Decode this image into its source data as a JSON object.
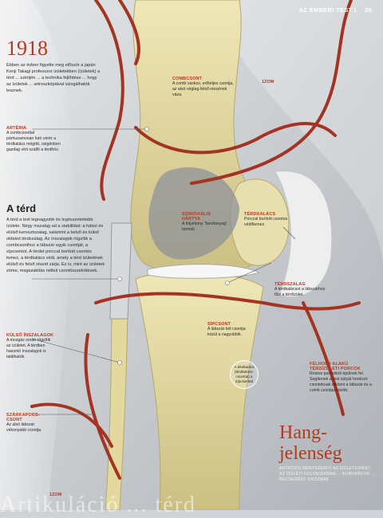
{
  "header": {
    "title": "AZ EMBERI TEST I.",
    "page": "29"
  },
  "intro": {
    "year": "1918",
    "text": "Ebben az évben figyelte meg először a japán Kenji Takagi professzor ízületekben (ízületek) a térd ... szintjén ... a technika fejlődése ... hogy az ízületek ... artroszkópiával vizsgálhatók lesznek."
  },
  "labels": {
    "combcsont": {
      "title": "COMBCSONT",
      "text": "A comb vaskos, erőteljes csontja, az alsó végtag felső részének váza."
    },
    "arteria": {
      "title": "ARTÉRIA",
      "text": "A combcsonttal párhuzamosan futó vérér a térdkalács mögött, oxigénben gazdag vért szállít a térdhöz."
    },
    "szinovialis": {
      "title": "SZINOVIÁLIS HÁRTYA",
      "text": "A folyékony \"kenőanyag\" termeli."
    },
    "terdkalacs": {
      "title": "TÉRDKALÁCS",
      "text": "Porccal borított csontos védőlemez."
    },
    "terdszalag": {
      "title": "TÉRDSZALAG",
      "text": "A térdkalácsot a lábszárhoz fűzi a térdízület."
    },
    "sipcsont": {
      "title": "SÍPCSONT",
      "text": "A lábszár két csontja közül a nagyobbik."
    },
    "felhold": {
      "title": "FÉLHOLD ALAKÚ TÉRDÍZÜLETI PORCOK",
      "text": "Rostos porcokból épülnek fel. Segítenek a test súlyát hordozó csontoknak ütközni a lábszár és a comb csontjai között."
    },
    "kulso": {
      "title": "KÜLSŐ ÍNSZALAGOK",
      "text": "A mozgás során rögzítik az ízületet. A térdben hasonló ínszalagok is találhatók."
    },
    "szarkapocs": {
      "title": "SZÁRKAPOCS-CSONT",
      "text": "Az alsó lábszár vékonyabb csontja."
    }
  },
  "section": {
    "title": "A térd",
    "text": "A térd a test legnagyobb és legösszetettebb ízülete. Négy ínszalag ad a stabilitást: a hátsó és elülső keresztszalag, valamint a belső és külső oldalsó térdszalag. Az ínszalagok rögzítik a combcsonthoz a lábszár egyik csontját, a sípcsontot. A térdet porccal borított csontos lemez, a térdkalács védi, amely a térd ízületének elülső és felső részét zárja. Ez is, mint az ízületek zöme, megszakítás nélkül csontösszekötések."
  },
  "bubble_text": "A térdkalács (térdkalács-csonttal) a sípcsonttal",
  "unit_labels": {
    "top": "1ZOM",
    "bottom": "1ZOM"
  },
  "hang": {
    "title": "Hang-\njelenség",
    "text": "ARTRÓZIS KÉNYSZERÍTI AZ ÍZÜLETEINKET. AZ ÍZÜLETI FOLYADÉKBAN ... BUBORÉKOK ... RECSEGÉST OKOZNAK."
  },
  "bottom_band": "Artikuláció ... térd"
}
